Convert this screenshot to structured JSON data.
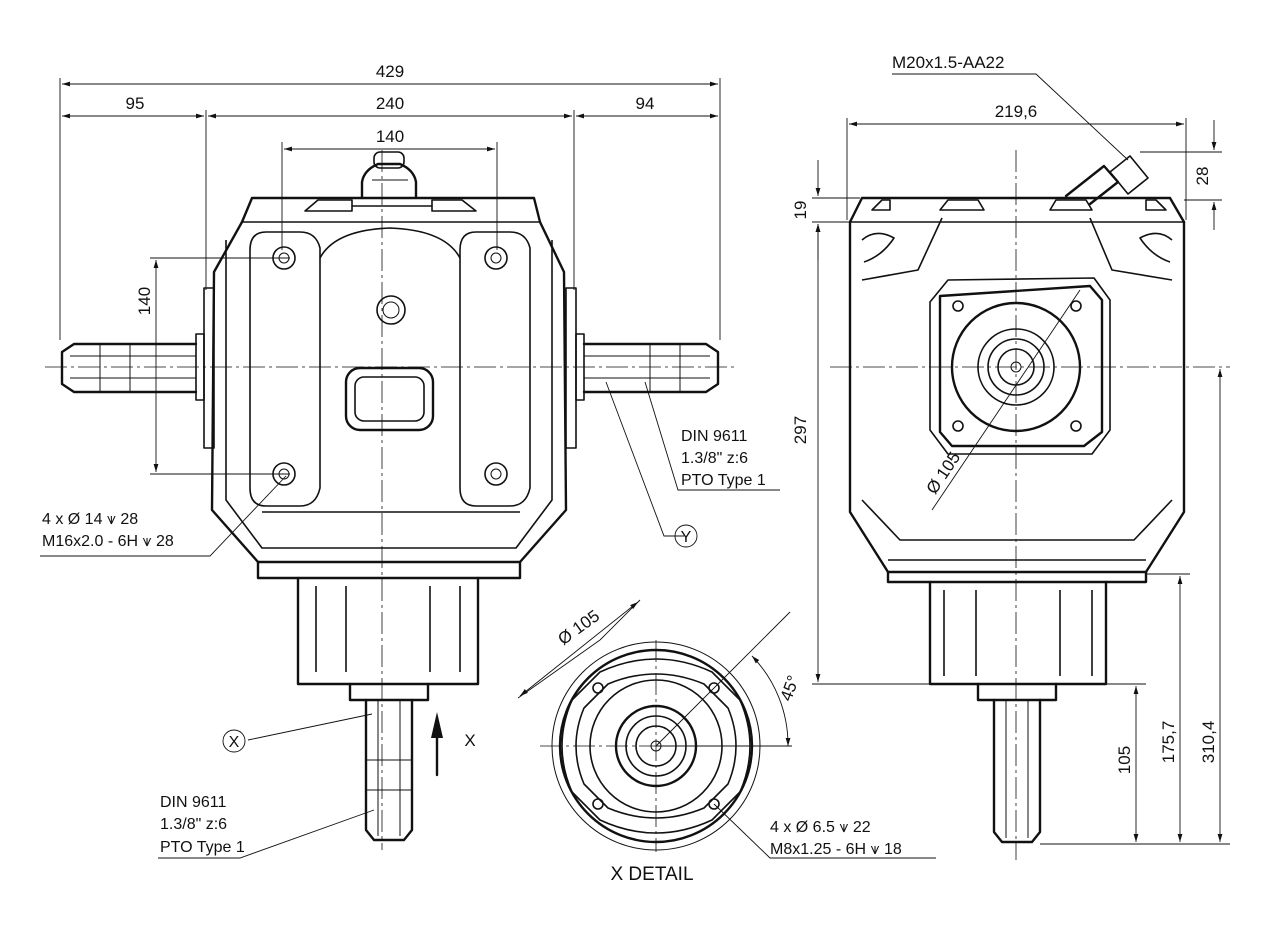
{
  "front_view": {
    "dim_overall": "429",
    "dim_left_shaft": "95",
    "dim_body": "240",
    "dim_right_shaft": "94",
    "dim_top_holes": "140",
    "dim_vert_holes": "140",
    "bolt_note_line1": "4 x Ø 14 ⩛ 28",
    "bolt_note_line2": "M16x2.0 - 6H ⩛ 28",
    "right_shaft_line1": "DIN 9611",
    "right_shaft_line2": "1.3/8\" z:6",
    "right_shaft_line3": "PTO Type 1",
    "label_y": "Y",
    "label_x": "X",
    "view_arrow_label": "X",
    "bottom_shaft_line1": "DIN 9611",
    "bottom_shaft_line2": "1.3/8\" z:6",
    "bottom_shaft_line3": "PTO Type 1"
  },
  "side_view": {
    "thread_note": "M20x1.5-AA22",
    "dim_width": "219,6",
    "dim_plug": "28",
    "dim_top": "19",
    "dim_height": "297",
    "dim_flange_dia": "Ø 105",
    "dim_shaft": "105",
    "dim_mid": "175,7",
    "dim_total": "310,4"
  },
  "detail_view": {
    "dim_dia": "Ø 105",
    "dim_angle": "45°",
    "hole_note_line1": "4 x Ø 6.5 ⩛ 22",
    "hole_note_line2": "M8x1.25 - 6H ⩛ 18",
    "caption": "X DETAIL"
  }
}
